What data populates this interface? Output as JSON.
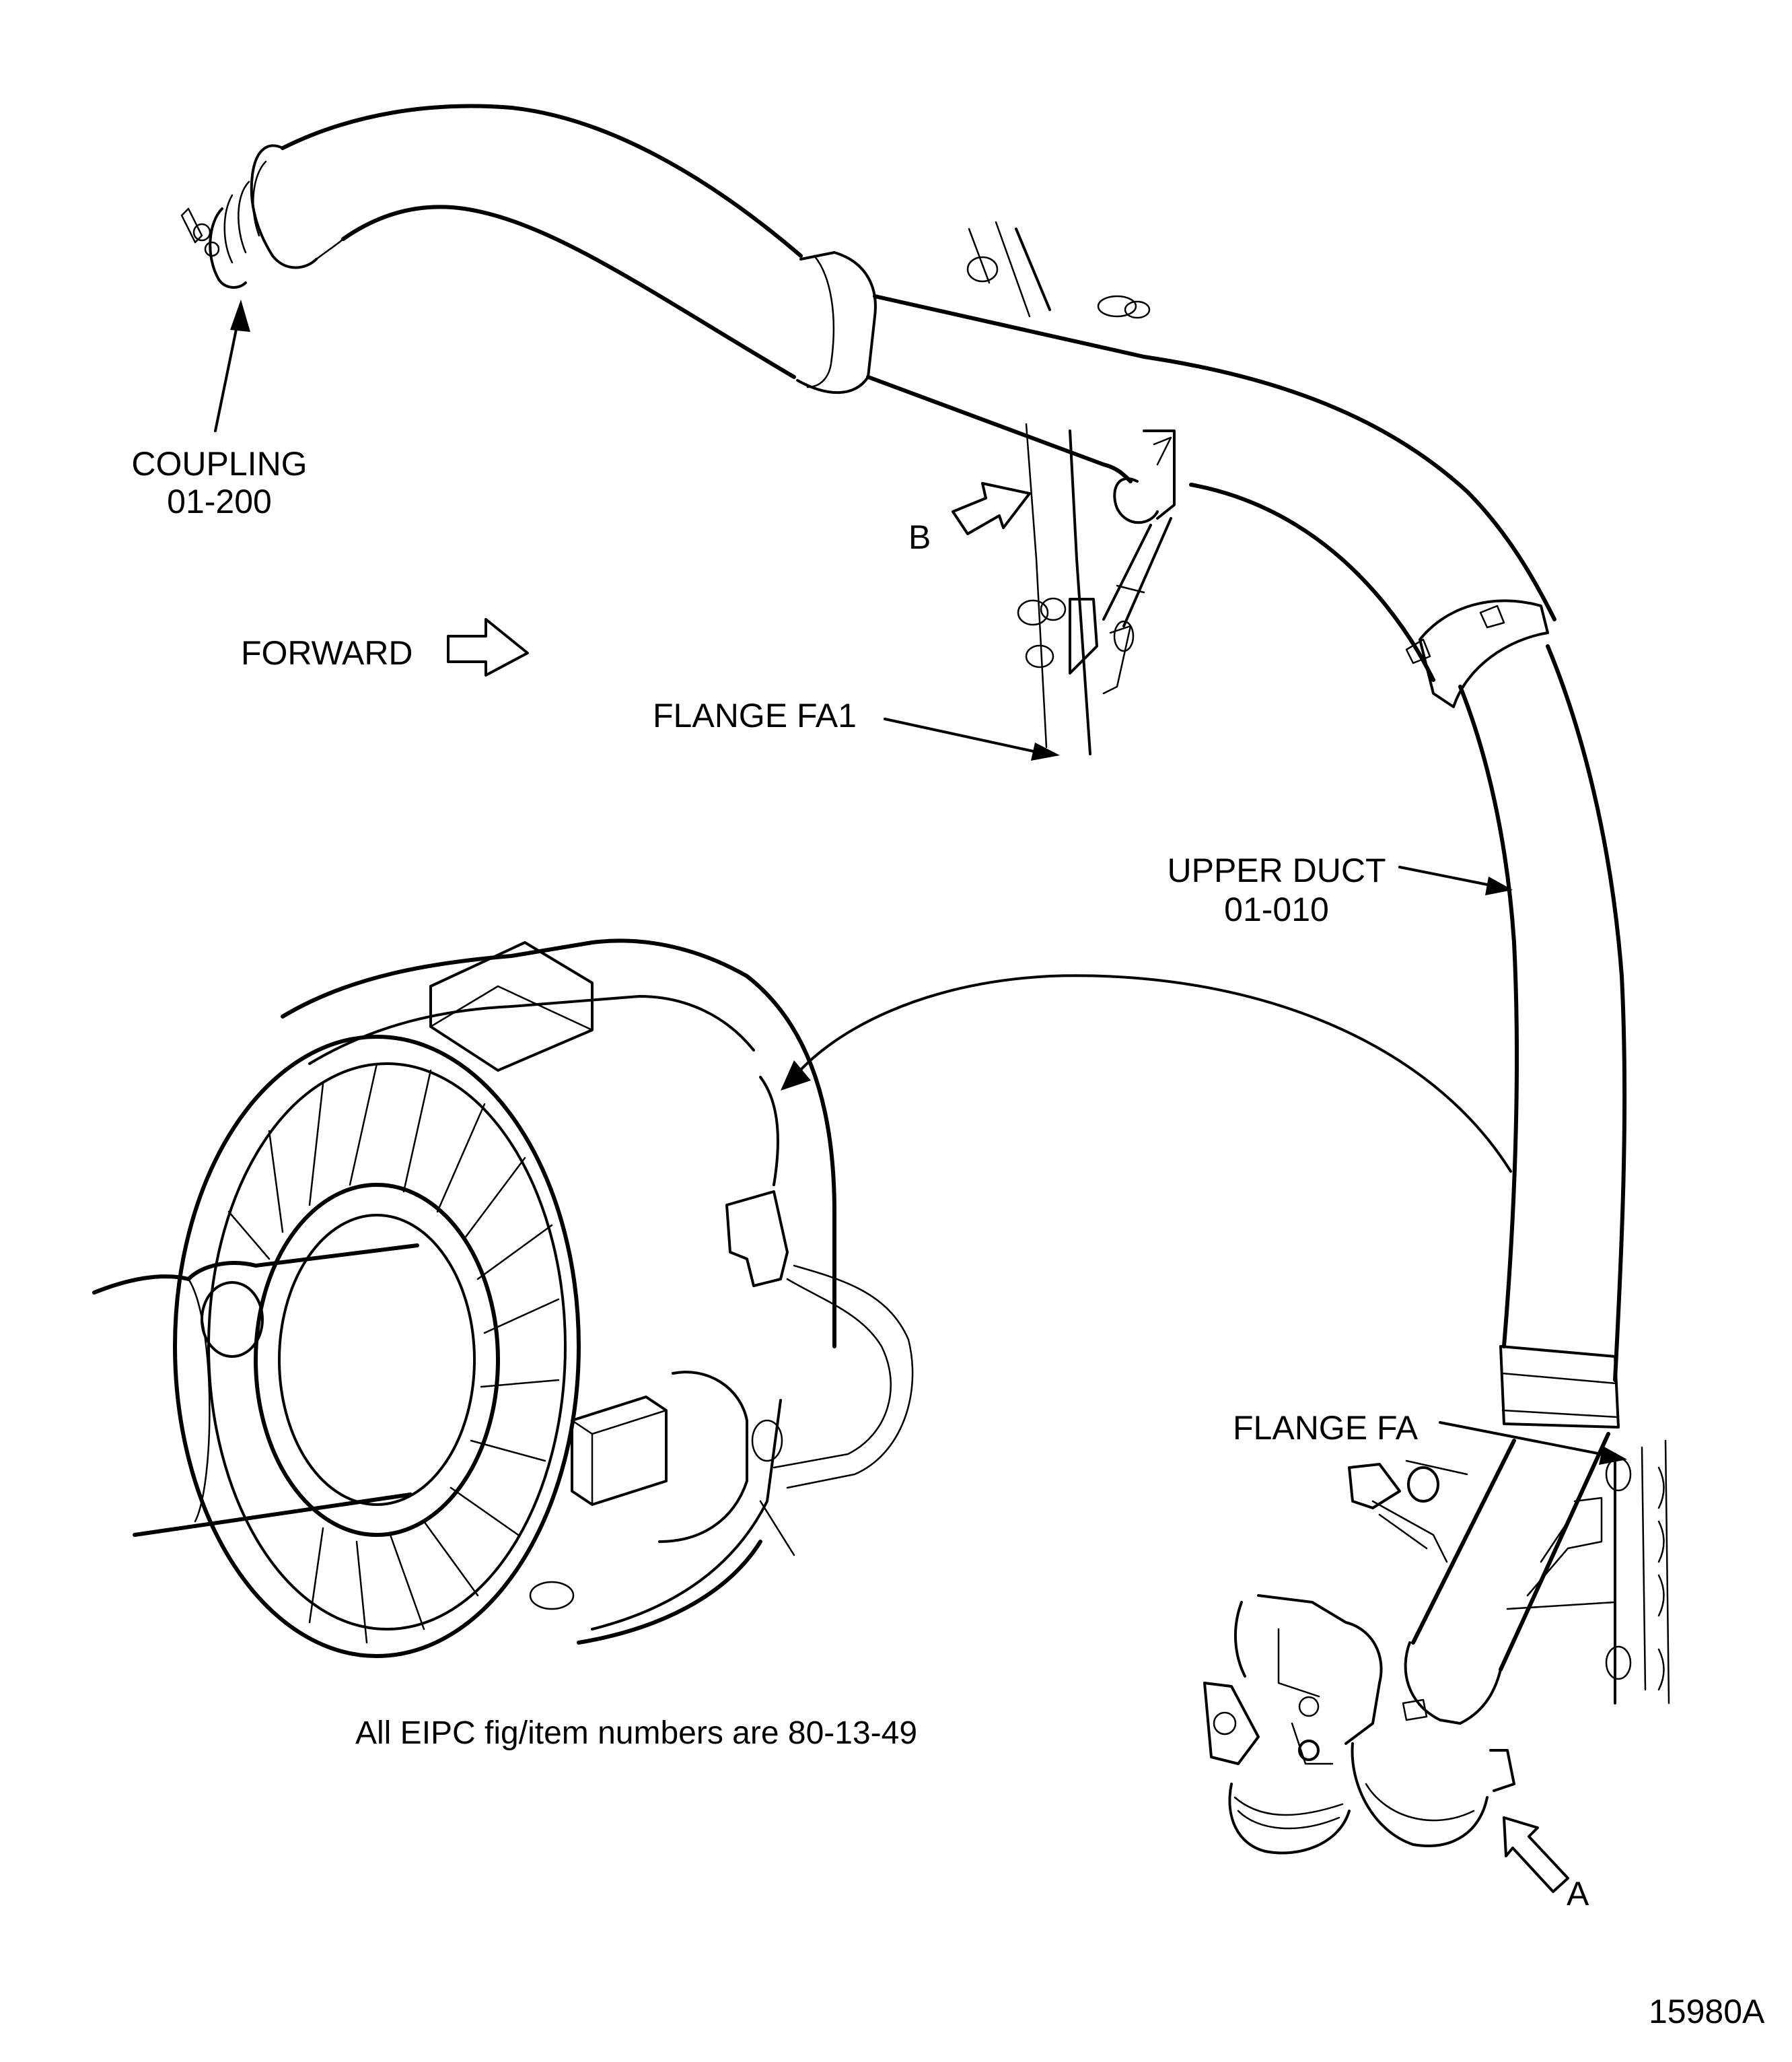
{
  "figure": {
    "id_code": "15980A",
    "note": "All EIPC fig/item numbers are 80-13-49"
  },
  "callouts": {
    "coupling": {
      "name": "COUPLING",
      "number": "01-200"
    },
    "forward": {
      "label": "FORWARD",
      "icon": "arrow-right-outline-icon"
    },
    "view_b": {
      "label": "B",
      "icon": "view-arrow-outline-icon"
    },
    "flange_fa1": {
      "label": "FLANGE FA1"
    },
    "upper_duct": {
      "name": "UPPER DUCT",
      "number": "01-010"
    },
    "flange_fa": {
      "label": "FLANGE FA"
    },
    "view_a": {
      "label": "A",
      "icon": "view-arrow-outline-icon"
    }
  },
  "colors": {
    "ink": "#000000",
    "paper": "#ffffff"
  }
}
